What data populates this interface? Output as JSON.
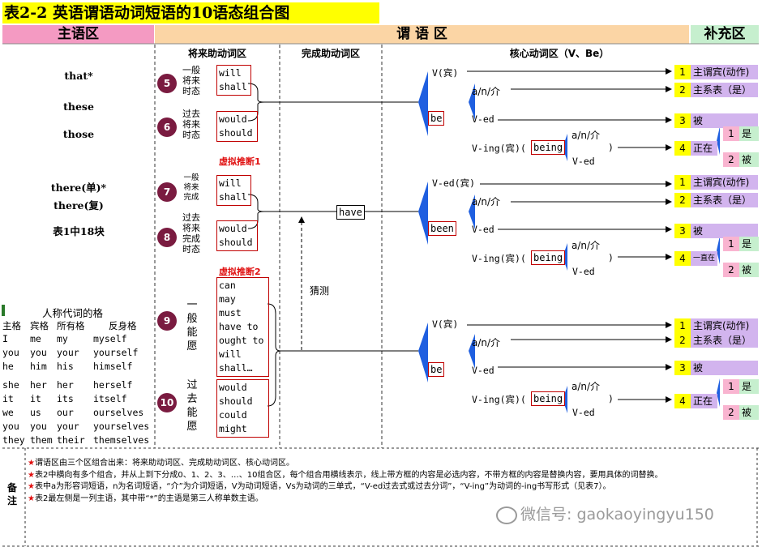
{
  "title": "表2-2 英语谓语动词短语的10语态组合图",
  "headers": {
    "subject": "主语区",
    "predicate": "谓 语 区",
    "complement": "补充区"
  },
  "subheaders": {
    "future": "将来助动词区",
    "perfect": "完成助动词区",
    "core": "核心动词区（V、Be）"
  },
  "subjects": [
    "that*",
    "these",
    "those",
    "there(单)*",
    "there(复)",
    "表1中18块"
  ],
  "pronoun_table": {
    "title": "人称代词的格",
    "headers": [
      "主格",
      "宾格",
      "所有格",
      "反身格"
    ],
    "rows": [
      [
        "I",
        "me",
        "my",
        "myself"
      ],
      [
        "you",
        "you",
        "your",
        "yourself"
      ],
      [
        "he",
        "him",
        "his",
        "himself"
      ],
      [
        "she",
        "her",
        "her",
        "herself"
      ],
      [
        "it",
        "it",
        "its",
        "itself"
      ],
      [
        "we",
        "us",
        "our",
        "ourselves"
      ],
      [
        "you",
        "you",
        "your",
        "yourselves"
      ],
      [
        "they",
        "them",
        "their",
        "themselves"
      ]
    ]
  },
  "groups": [
    {
      "num": "5",
      "label": "一般将来时态",
      "aux": [
        "will",
        "shall"
      ]
    },
    {
      "num": "6",
      "label": "过去将来时态",
      "aux": [
        "would",
        "should"
      ]
    },
    {
      "num": "7",
      "label": "一般将来完成",
      "aux": [
        "will",
        "shall"
      ]
    },
    {
      "num": "8",
      "label": "过去将来完成时态",
      "aux": [
        "would",
        "should"
      ]
    },
    {
      "num": "9",
      "label": "一般能愿",
      "aux": [
        "can",
        "may",
        "must",
        "have to",
        "ought to",
        "will",
        "shall…"
      ]
    },
    {
      "num": "10",
      "label": "过去能愿",
      "aux": [
        "would",
        "should",
        "could",
        "might"
      ]
    }
  ],
  "virtual_labels": [
    "虚拟推断1",
    "虚拟推断2"
  ],
  "have": "have",
  "guess": "猜测",
  "core_blocks": [
    {
      "aux": "be",
      "v": "V(宾)",
      "anj1": "a/n/介",
      "ved": "V-ed",
      "ving": "V-ing(宾)(",
      "being": "being",
      "anj2": "a/n/介",
      "close": ")",
      "ved2": "V-ed",
      "results": [
        {
          "n": "1",
          "t": "主谓宾(动作)"
        },
        {
          "n": "2",
          "t": "主系表（是）"
        },
        {
          "n": "3",
          "t": "被"
        },
        {
          "n": "4",
          "t": "正在"
        }
      ],
      "sub": [
        {
          "n": "1",
          "t": "是"
        },
        {
          "n": "2",
          "t": "被"
        }
      ]
    },
    {
      "aux": "been",
      "v": "V-ed(宾)",
      "anj1": "a/n/介",
      "ved": "V-ed",
      "ving": "V-ing(宾)(",
      "being": "being",
      "anj2": "a/n/介",
      "close": ")",
      "ved2": "V-ed",
      "results": [
        {
          "n": "1",
          "t": "主谓宾(动作)"
        },
        {
          "n": "2",
          "t": "主系表（是）"
        },
        {
          "n": "3",
          "t": "被"
        },
        {
          "n": "4",
          "t": "一直在"
        }
      ],
      "sub": [
        {
          "n": "1",
          "t": "是"
        },
        {
          "n": "2",
          "t": "被"
        }
      ]
    },
    {
      "aux": "be",
      "v": "V(宾)",
      "anj1": "a/n/介",
      "ved": "V-ed",
      "ving": "V-ing(宾)(",
      "being": "being",
      "anj2": "a/n/介",
      "close": ")",
      "ved2": "V-ed",
      "results": [
        {
          "n": "1",
          "t": "主谓宾(动作)"
        },
        {
          "n": "2",
          "t": "主系表（是）"
        },
        {
          "n": "3",
          "t": "被"
        },
        {
          "n": "4",
          "t": "正在"
        }
      ],
      "sub": [
        {
          "n": "1",
          "t": "是"
        },
        {
          "n": "2",
          "t": "被"
        }
      ]
    }
  ],
  "notes": {
    "label": "备注",
    "lines": [
      "谓语区由三个区组合出来：将来助动词区、完成助动词区、核心动词区。",
      "表2中横向有多个组合，并从上到下分成0、1、2、3、…、10组合区，每个组合用横线表示，线上带方框的内容是必选内容，不带方框的内容是替换内容，要用具体的词替换。",
      "表中a为形容词短语，n为名词短语，“介”为介词短语，V为动词短语，Vs为动词的三单式，“V-ed过去式或过去分词”，“V-ing”为动词的-ing书写形式（见表7）。",
      "表2最左侧是一列主语，其中带“*”的主语是第三人称单数主语。"
    ]
  },
  "watermark": "微信号: gaokaoyingyu150",
  "colors": {
    "title_bg": "#ffff00",
    "subject_bg": "#f49ac2",
    "predicate_bg": "#fbd5a5",
    "complement_bg": "#c6efce",
    "num_bg": "#ffff00",
    "result_bg": "#d2b4ee",
    "arrow_blue": "#1f5fe0",
    "circle": "#7a1b40",
    "frame_red": "#c00000"
  }
}
